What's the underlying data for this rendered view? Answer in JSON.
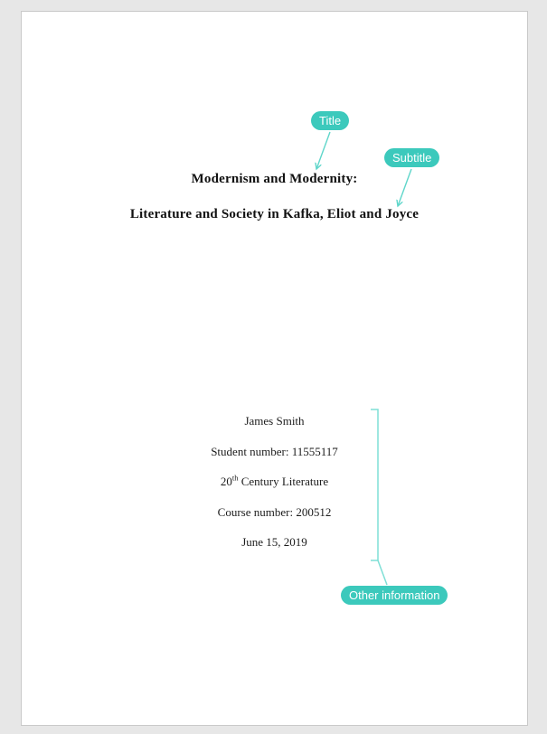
{
  "canvas": {
    "background_color": "#e7e7e7",
    "paper_color": "#ffffff",
    "paper_border_color": "#c9c9c9"
  },
  "document": {
    "title": "Modernism and Modernity:",
    "subtitle": "Literature and Society in Kafka, Eliot and Joyce",
    "info_lines": [
      {
        "text": "James Smith"
      },
      {
        "text": "Student number: 11555117"
      },
      {
        "prefix": "20",
        "superscript": "th",
        "suffix": " Century Literature"
      },
      {
        "text": "Course number: 200512"
      },
      {
        "text": "June 15, 2019"
      }
    ]
  },
  "annotations": {
    "accent_color": "#3cc9bc",
    "arrow_line_color": "#5fd6ca",
    "bracket_line_color": "#7fdfd6",
    "labels": {
      "title": "Title",
      "subtitle": "Subtitle",
      "other_info": "Other information"
    }
  }
}
